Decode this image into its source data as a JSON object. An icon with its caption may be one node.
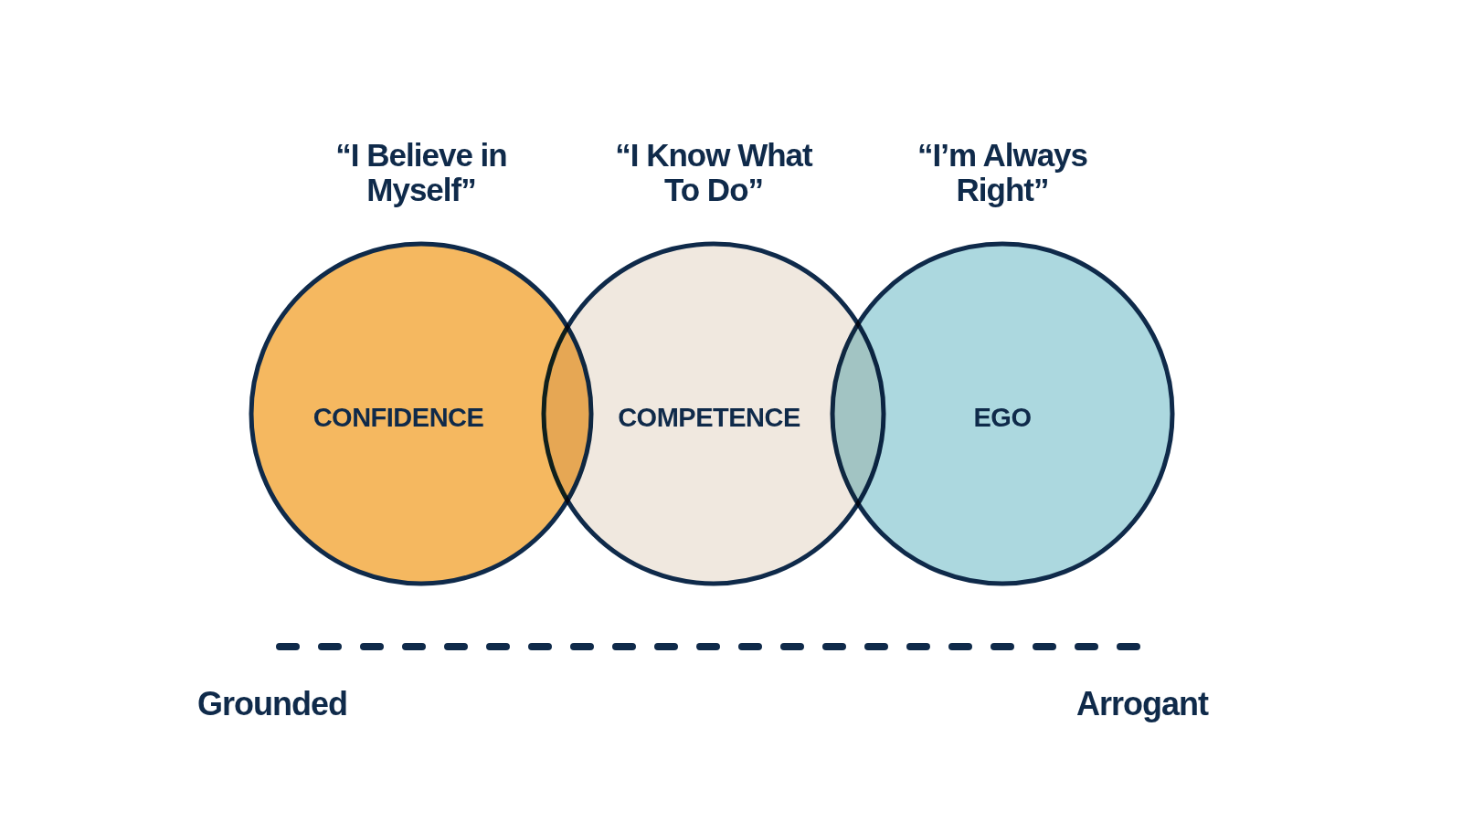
{
  "diagram": {
    "nodes": [
      {
        "text": [
          "CONFIDENCE"
        ],
        "beside": [
          "“I Believe in Myself”"
        ]
      },
      {
        "text": [
          "COMPETENCE"
        ],
        "beside": [
          "“I Know What To Do”"
        ]
      },
      {
        "text": [
          "EGO"
        ],
        "beside": [
          "“I’m Always Right”"
        ]
      }
    ],
    "labels": [
      "Grounded",
      "Arrogant"
    ]
  }
}
